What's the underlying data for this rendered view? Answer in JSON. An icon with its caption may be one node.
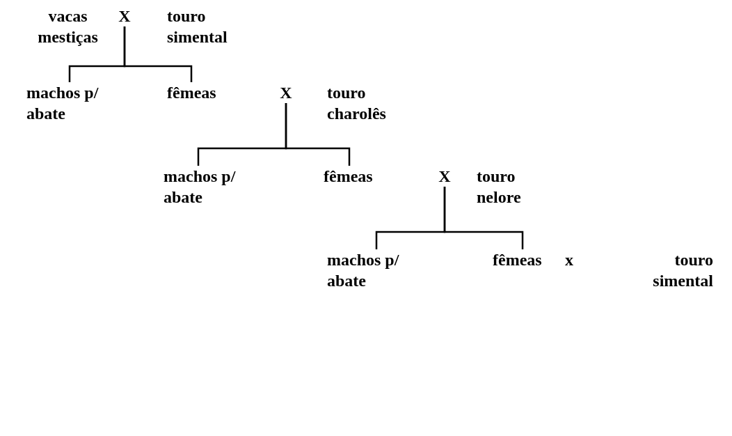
{
  "diagram": {
    "nodes": [
      {
        "text": [
          "vacas mestiças"
        ]
      },
      {
        "text": [
          "X"
        ]
      },
      {
        "text": [
          "touro simental"
        ]
      },
      {
        "text": [
          "machos p/ abate"
        ]
      },
      {
        "text": [
          "fêmeas"
        ]
      },
      {
        "text": [
          "X"
        ]
      },
      {
        "text": [
          "touro charolês"
        ]
      },
      {
        "text": [
          "machos p/ abate"
        ]
      },
      {
        "text": [
          "fêmeas"
        ]
      },
      {
        "text": [
          "X"
        ]
      },
      {
        "text": [
          "touro nelore"
        ]
      },
      {
        "text": [
          "machos p/ abate"
        ]
      },
      {
        "text": [
          "fêmeas"
        ]
      },
      {
        "text": [
          "x"
        ]
      },
      {
        "text": [
          "touro simental"
        ]
      }
    ],
    "edges": [
      {
        "from": 1,
        "to": 3,
        "arrow": "none"
      },
      {
        "from": 1,
        "to": 4,
        "arrow": "none"
      },
      {
        "from": 5,
        "to": 7,
        "arrow": "none"
      },
      {
        "from": 5,
        "to": 8,
        "arrow": "none"
      },
      {
        "from": 9,
        "to": 11,
        "arrow": "none"
      },
      {
        "from": 9,
        "to": 12,
        "arrow": "none"
      }
    ]
  }
}
